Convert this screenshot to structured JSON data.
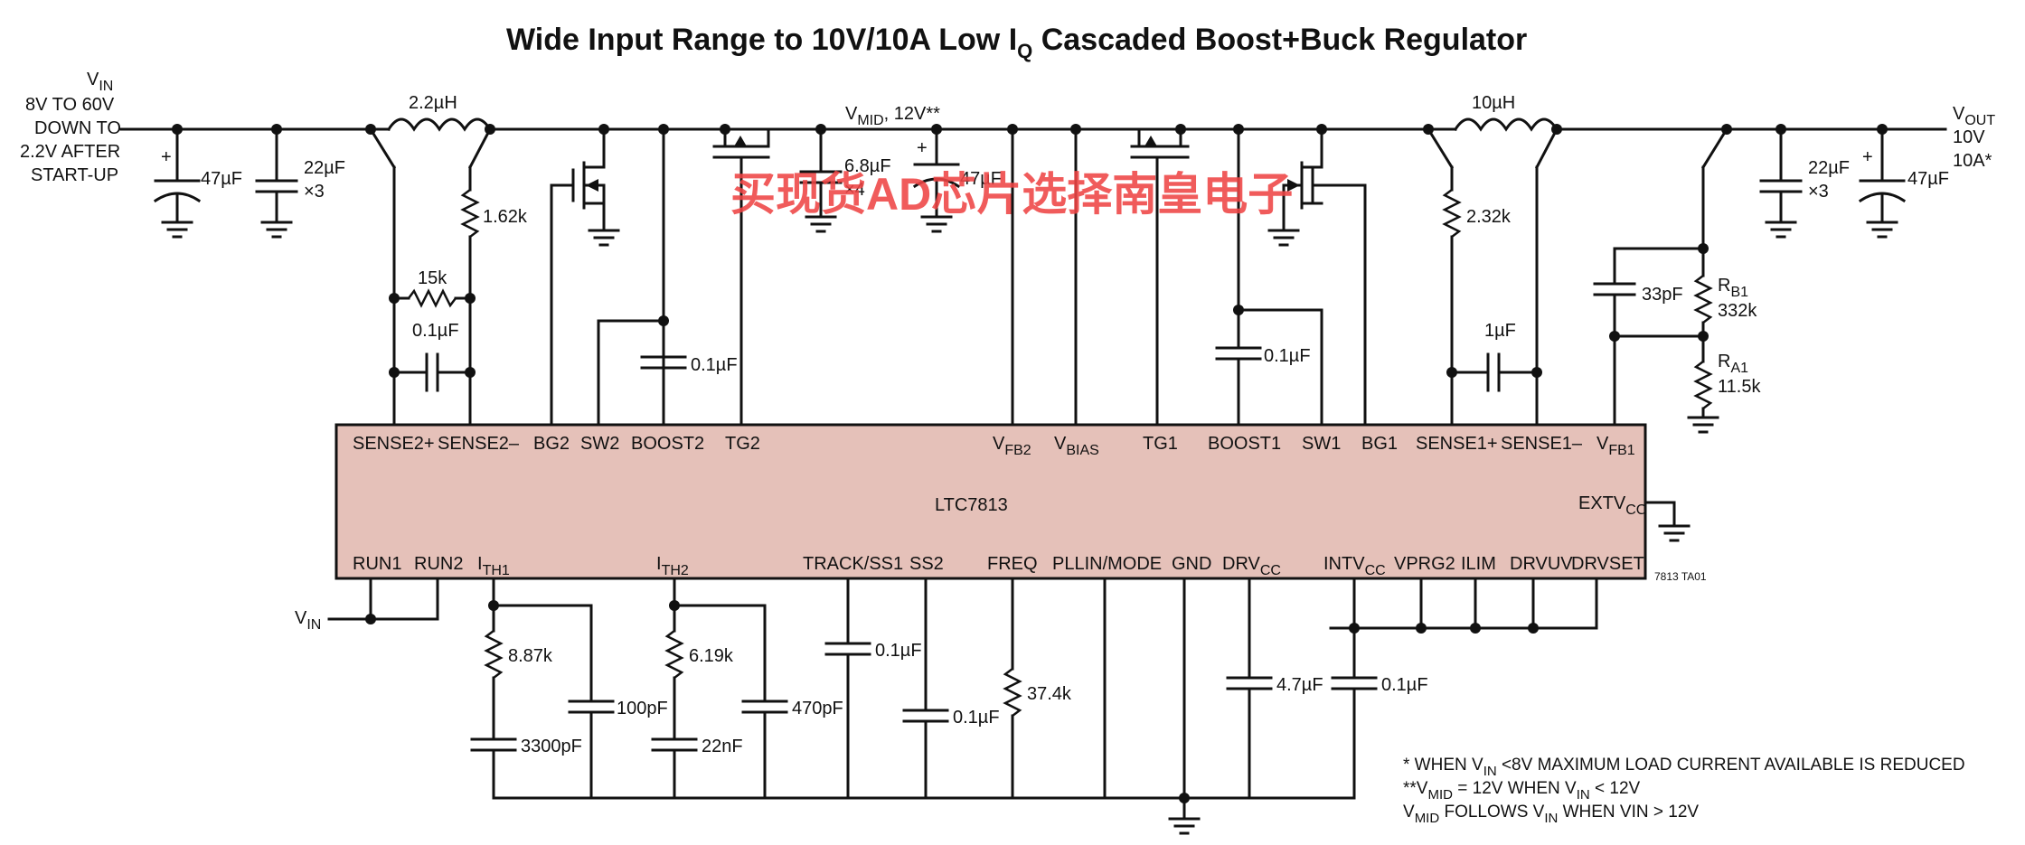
{
  "title": "Wide Input Range to 10V/10A Low I",
  "title_sub": "Q",
  "title_tail": " Cascaded Boost+Buck Regulator",
  "watermark": "买现货AD芯片选择南皇电子",
  "chip": {
    "name": "LTC7813",
    "top_pins": [
      "SENSE2+",
      "SENSE2–",
      "BG2",
      "SW2",
      "BOOST2",
      "TG2",
      "V",
      "V",
      "TG1",
      "BOOST1",
      "SW1",
      "BG1",
      "SENSE1+",
      "SENSE1–",
      "V"
    ],
    "top_pin_subs": {
      "vfb2": "FB2",
      "vbias": "BIAS",
      "vfb1": "FB1"
    },
    "extvcc": "EXTV",
    "extvcc_sub": "CC",
    "bottom_pins": [
      "RUN1",
      "RUN2",
      "I",
      "I",
      "TRACK/SS1",
      "SS2",
      "FREQ",
      "PLLIN/MODE",
      "GND",
      "DRV",
      "INTV",
      "VPRG2",
      "ILIM",
      "DRVUV",
      "DRVSET"
    ],
    "bottom_pin_subs": {
      "ith1": "TH1",
      "ith2": "TH2",
      "drvcc": "CC",
      "intvcc": "CC"
    },
    "ref": "7813 TA01"
  },
  "input": {
    "vin": "V",
    "vin_sub": "IN",
    "line1": "8V TO 60V",
    "line2": "DOWN TO",
    "line3": "2.2V AFTER",
    "line4": "START-UP"
  },
  "output": {
    "vout": "V",
    "vout_sub": "OUT",
    "line1": "10V",
    "line2": "10A*"
  },
  "vmid": {
    "v": "V",
    "sub": "MID",
    "tail": ", 12V**"
  },
  "run_vin": {
    "v": "V",
    "sub": "IN"
  },
  "components": {
    "c_in_bulk": "47µF",
    "c_in_cer": "22µF",
    "c_in_cer_mult": "×3",
    "l_boost": "2.2µH",
    "r_boost_sense": "1.62k",
    "r_sense2_filter": "15k",
    "c_sense2_filter": "0.1µF",
    "c_boost2": "0.1µF",
    "c_mid_cer": "6.8µF",
    "c_mid_cer_mult": "×4",
    "c_mid_bulk": "47µF",
    "c_boost1": "0.1µF",
    "l_buck": "10µH",
    "r_buck_sense": "2.32k",
    "c_sense1_filter": "1µF",
    "c_ff": "33pF",
    "rb1": "R",
    "rb1_sub": "B1",
    "rb1_val": "332k",
    "ra1": "R",
    "ra1_sub": "A1",
    "ra1_val": "11.5k",
    "c_out_cer": "22µF",
    "c_out_cer_mult": "×3",
    "c_out_bulk": "47µF",
    "r_ith1": "8.87k",
    "c_ith1": "3300pF",
    "c_ith1_hf": "100pF",
    "r_ith2": "6.19k",
    "c_ith2": "22nF",
    "c_ith2_hf": "470pF",
    "c_ss1": "0.1µF",
    "c_ss2": "0.1µF",
    "r_freq": "37.4k",
    "c_drvcc": "4.7µF",
    "c_intvcc": "0.1µF"
  },
  "notes": {
    "n1_a": "* WHEN V",
    "n1_sub": "IN",
    "n1_b": " <8V MAXIMUM LOAD CURRENT AVAILABLE IS REDUCED",
    "n2_a": "**V",
    "n2_sub": "MID",
    "n2_b": " = 12V WHEN V",
    "n2_sub2": "IN",
    "n2_c": " < 12V",
    "n3_a": "V",
    "n3_sub": "MID",
    "n3_b": " FOLLOWS V",
    "n3_sub2": "IN",
    "n3_c": " WHEN VIN > 12V"
  },
  "colors": {
    "chip_fill": "#e5c1b9",
    "watermark": "#ee4444",
    "wire": "#111111"
  }
}
